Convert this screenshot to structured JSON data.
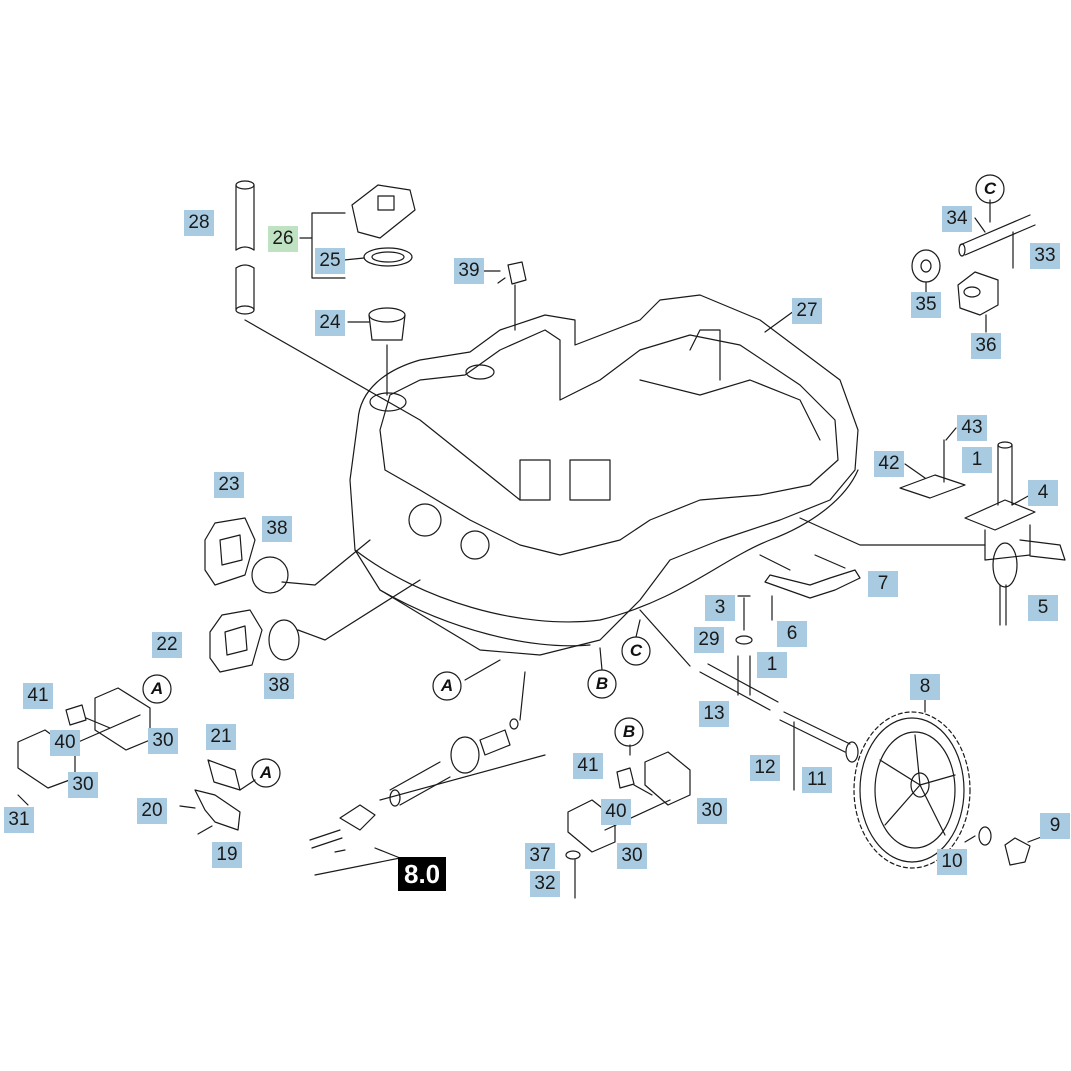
{
  "callouts": [
    {
      "id": "c28",
      "label": "28",
      "tone": "blue"
    },
    {
      "id": "c26",
      "label": "26",
      "tone": "green"
    },
    {
      "id": "c25",
      "label": "25",
      "tone": "blue"
    },
    {
      "id": "c24",
      "label": "24",
      "tone": "blue"
    },
    {
      "id": "c39",
      "label": "39",
      "tone": "blue"
    },
    {
      "id": "c27",
      "label": "27",
      "tone": "blue"
    },
    {
      "id": "c34",
      "label": "34",
      "tone": "blue"
    },
    {
      "id": "c33",
      "label": "33",
      "tone": "blue"
    },
    {
      "id": "c35",
      "label": "35",
      "tone": "blue"
    },
    {
      "id": "c36",
      "label": "36",
      "tone": "blue"
    },
    {
      "id": "c43",
      "label": "43",
      "tone": "blue"
    },
    {
      "id": "c42",
      "label": "42",
      "tone": "blue"
    },
    {
      "id": "c1a",
      "label": "1",
      "tone": "blue"
    },
    {
      "id": "c4",
      "label": "4",
      "tone": "blue"
    },
    {
      "id": "c5",
      "label": "5",
      "tone": "blue"
    },
    {
      "id": "c7",
      "label": "7",
      "tone": "blue"
    },
    {
      "id": "c6",
      "label": "6",
      "tone": "blue"
    },
    {
      "id": "c3",
      "label": "3",
      "tone": "blue"
    },
    {
      "id": "c29",
      "label": "29",
      "tone": "blue"
    },
    {
      "id": "c1b",
      "label": "1",
      "tone": "blue"
    },
    {
      "id": "c13",
      "label": "13",
      "tone": "blue"
    },
    {
      "id": "c8",
      "label": "8",
      "tone": "blue"
    },
    {
      "id": "c12",
      "label": "12",
      "tone": "blue"
    },
    {
      "id": "c11",
      "label": "11",
      "tone": "blue"
    },
    {
      "id": "c9",
      "label": "9",
      "tone": "blue"
    },
    {
      "id": "c10",
      "label": "10",
      "tone": "blue"
    },
    {
      "id": "c23",
      "label": "23",
      "tone": "blue"
    },
    {
      "id": "c38a",
      "label": "38",
      "tone": "blue"
    },
    {
      "id": "c22",
      "label": "22",
      "tone": "blue"
    },
    {
      "id": "c38b",
      "label": "38",
      "tone": "blue"
    },
    {
      "id": "c41a",
      "label": "41",
      "tone": "blue"
    },
    {
      "id": "c40a",
      "label": "40",
      "tone": "blue"
    },
    {
      "id": "c30a",
      "label": "30",
      "tone": "blue"
    },
    {
      "id": "c30b",
      "label": "30",
      "tone": "blue"
    },
    {
      "id": "c31",
      "label": "31",
      "tone": "blue"
    },
    {
      "id": "c21",
      "label": "21",
      "tone": "blue"
    },
    {
      "id": "c20",
      "label": "20",
      "tone": "blue"
    },
    {
      "id": "c19",
      "label": "19",
      "tone": "blue"
    },
    {
      "id": "c41b",
      "label": "41",
      "tone": "blue"
    },
    {
      "id": "c40b",
      "label": "40",
      "tone": "blue"
    },
    {
      "id": "c30c",
      "label": "30",
      "tone": "blue"
    },
    {
      "id": "c30d",
      "label": "30",
      "tone": "blue"
    },
    {
      "id": "c37",
      "label": "37",
      "tone": "blue"
    },
    {
      "id": "c32",
      "label": "32",
      "tone": "blue"
    }
  ],
  "refs": [
    {
      "id": "rC1",
      "label": "C"
    },
    {
      "id": "rC2",
      "label": "C"
    },
    {
      "id": "rB1",
      "label": "B"
    },
    {
      "id": "rB2",
      "label": "B"
    },
    {
      "id": "rA1",
      "label": "A"
    },
    {
      "id": "rA2",
      "label": "A"
    },
    {
      "id": "rA3",
      "label": "A"
    }
  ],
  "section": {
    "label": "8.0"
  },
  "colors": {
    "callout_blue": "#a9cbe1",
    "callout_green": "#bfe3c2",
    "line": "#1a1a1a"
  }
}
